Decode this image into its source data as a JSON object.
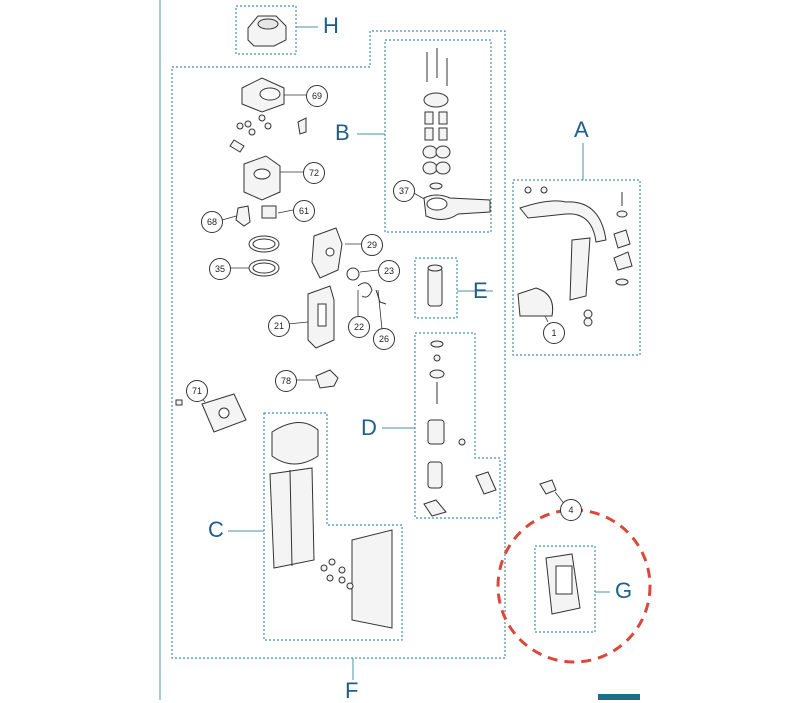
{
  "colors": {
    "box_border": "#4a90a8",
    "label": "#1f5d8c",
    "highlight": "#d9483b",
    "ink": "#333333",
    "tab": "#1f6f8b"
  },
  "group_labels": {
    "A": "A",
    "B": "B",
    "C": "C",
    "D": "D",
    "E": "E",
    "F": "F",
    "G": "G",
    "H": "H"
  },
  "part_numbers": {
    "n69": "69",
    "n72": "72",
    "n68": "68",
    "n61": "61",
    "n35": "35",
    "n29": "29",
    "n23": "23",
    "n22": "22",
    "n26": "26",
    "n21": "21",
    "n78": "78",
    "n71": "71",
    "n37": "37",
    "n1": "1",
    "n4": "4"
  }
}
